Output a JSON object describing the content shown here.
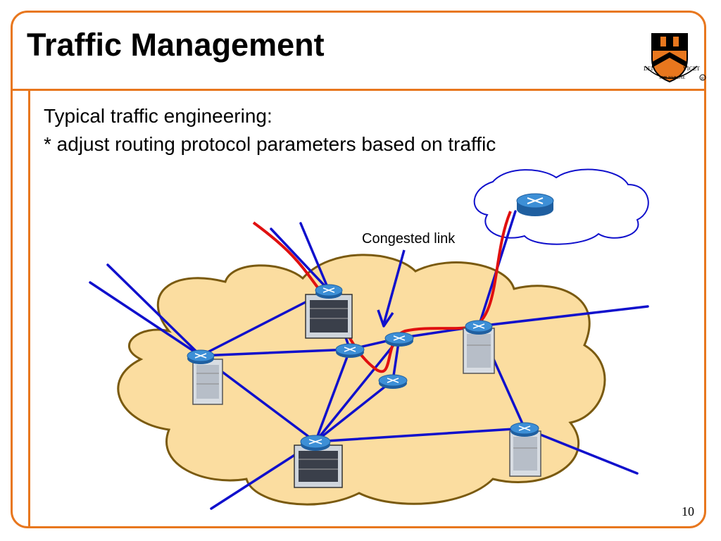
{
  "slide": {
    "title": "Traffic Management",
    "body_lines": [
      "Typical traffic engineering:",
      "* adjust routing protocol parameters based on traffic"
    ],
    "page_number": "10"
  },
  "diagram": {
    "congested_label": "Congested link"
  },
  "logo": {
    "name": "university-shield",
    "motto_words": [
      "DEI",
      "SUB NUMINE",
      "VIGET"
    ]
  },
  "colors": {
    "accent": "#e8771e",
    "link": "#1010cc",
    "path": "#e01010",
    "cloud_fill": "#fbdda0",
    "cloud_stroke": "#7a5a10"
  }
}
